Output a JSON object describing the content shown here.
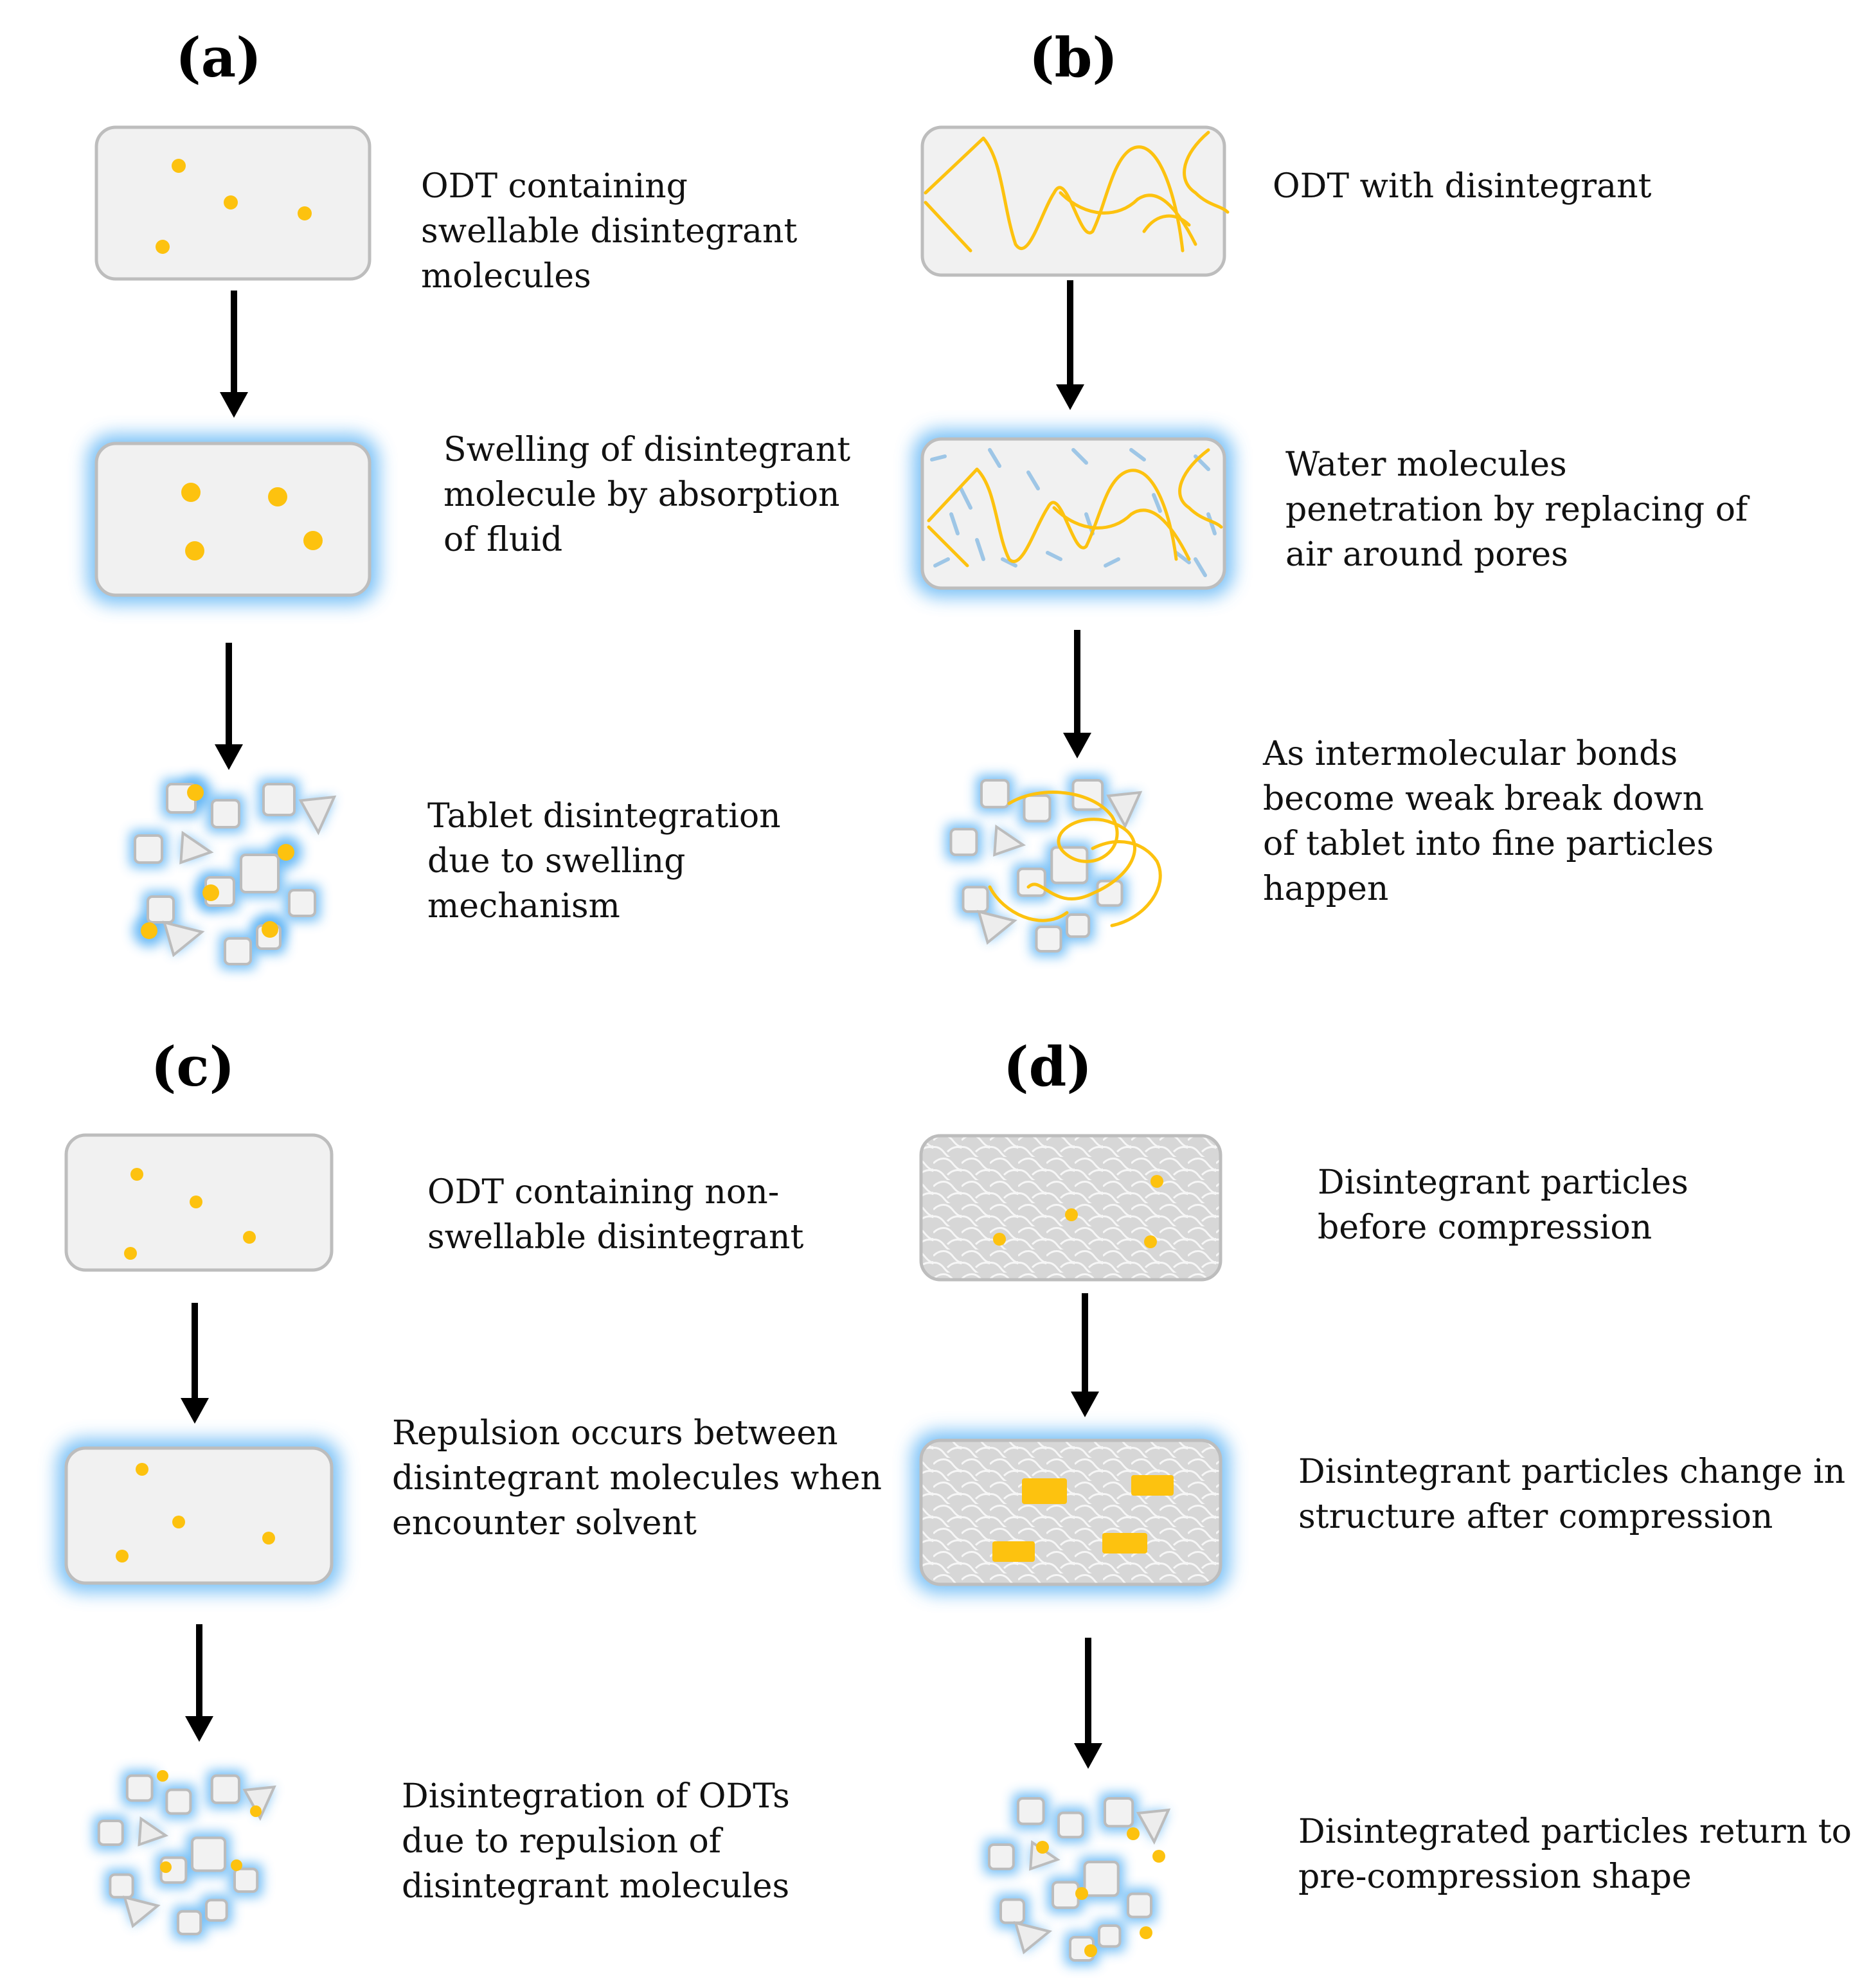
{
  "colors": {
    "tablet_fill": "#f1f1f1",
    "tablet_stroke": "#bdbdbd",
    "particle": "#fdc20f",
    "water_glow": "#62b6f5",
    "water_dash": "#9ec6e6",
    "arrow": "#000000"
  },
  "panels": {
    "a": {
      "label": "(a)",
      "steps": [
        "ODT containing\nswellable disintegrant\nmolecules",
        "Swelling of disintegrant\nmolecule by absorption\nof fluid",
        "Tablet disintegration\ndue to swelling\nmechanism"
      ]
    },
    "b": {
      "label": "(b)",
      "steps": [
        "ODT with disintegrant",
        "Water molecules\npenetration by replacing of\nair around pores",
        "As intermolecular bonds\nbecome weak break down\nof tablet into fine particles\nhappen"
      ]
    },
    "c": {
      "label": "(c)",
      "steps": [
        "ODT containing non-\nswellable disintegrant",
        "Repulsion occurs between\ndisintegrant molecules when\nencounter solvent",
        "Disintegration of ODTs\ndue to repulsion of\ndisintegrant molecules"
      ]
    },
    "d": {
      "label": "(d)",
      "steps": [
        "Disintegrant particles\nbefore compression",
        "Disintegrant particles change in\nstructure after compression",
        "Disintegrated particles return to\npre-compression shape"
      ]
    }
  }
}
